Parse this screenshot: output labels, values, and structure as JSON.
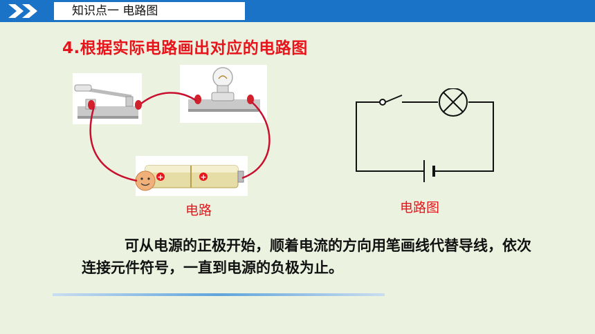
{
  "header": {
    "section_title": "知识点一  电路图",
    "icon": "double-chevron-icon",
    "bar_color": "#1a73c7"
  },
  "heading": "4.根据实际电路画出对应的电路图",
  "photo": {
    "caption": "电路",
    "battery_plus_1": "+",
    "battery_plus_2": "+"
  },
  "diagram": {
    "caption": "电路图"
  },
  "description": "可从电源的正极开始，顺着电流的方向用笔画线代替导线，依次连接元件符号，一直到电源的负极为止。",
  "colors": {
    "accent_red": "#e8141c",
    "wire_red": "#c8102e",
    "background": "#ebf3e0"
  }
}
